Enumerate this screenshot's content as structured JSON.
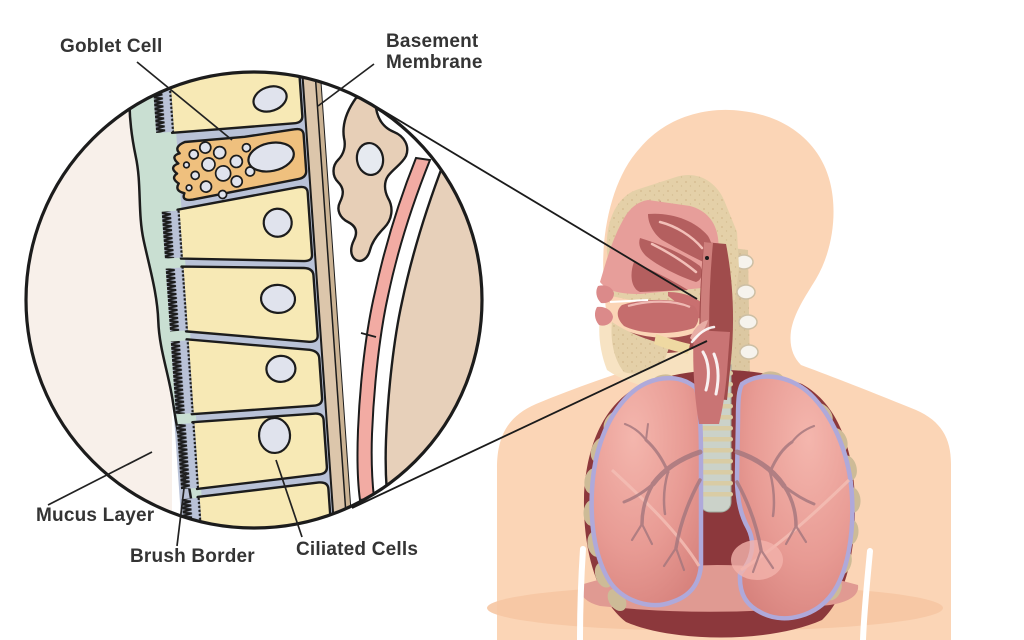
{
  "figure": {
    "type": "anatomical-diagram",
    "subject": "Respiratory epithelium magnified from the human upper airway",
    "labels": {
      "goblet_cell": "Goblet Cell",
      "basement_membrane": "Basement Membrane",
      "mucus_layer": "Mucus Layer",
      "brush_border": "Brush Border",
      "ciliated_cells": "Ciliated Cells"
    },
    "colors": {
      "background": "#ffffff",
      "line": "#1c1c1c",
      "label_text": "#343434",
      "lumen": "#f8f0ea",
      "mucus_mint": "#c9dfd2",
      "brush_border_gray": "#b9c2d7",
      "epithelium_yellow": "#f7e9b5",
      "goblet_orange": "#efc07e",
      "nucleus_gray": "#e0e3ed",
      "basement_tan": "#dcc6ab",
      "fibroblast_tan": "#e7cfb7",
      "vessel_pink": "#f2aba3",
      "connective_tan": "#e7d0ba",
      "skin": "#fbd5b6",
      "skin_shadow": "#f6c6a3",
      "bone_tan": "#e4d0a8",
      "cavity_pink": "#e79e9a",
      "conchae_rose": "#b45f5f",
      "pharynx_red": "#a04c4c",
      "larynx_rose": "#c97474",
      "trachea_gray": "#cbd2c9",
      "trachea_band": "#d9cca4",
      "lung_pink": "#e89b94",
      "pleura_lavender": "#afa9da",
      "thorax_maroon": "#8c383c",
      "rib_tan": "#cdbb97",
      "diaphragm_pink": "#e09a92"
    }
  }
}
